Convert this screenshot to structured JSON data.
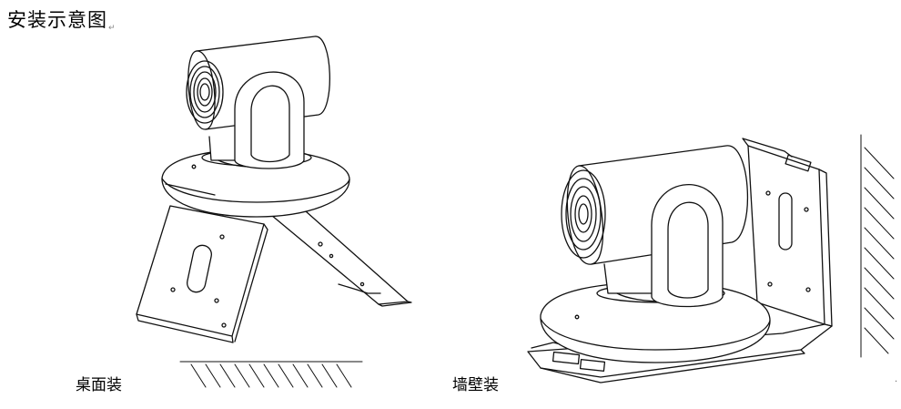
{
  "title": "安装示意图",
  "paragraph_mark": "↵",
  "labels": {
    "desk_mount": "桌面装",
    "wall_mount": "墙壁装"
  },
  "edge_mark": "·"
}
